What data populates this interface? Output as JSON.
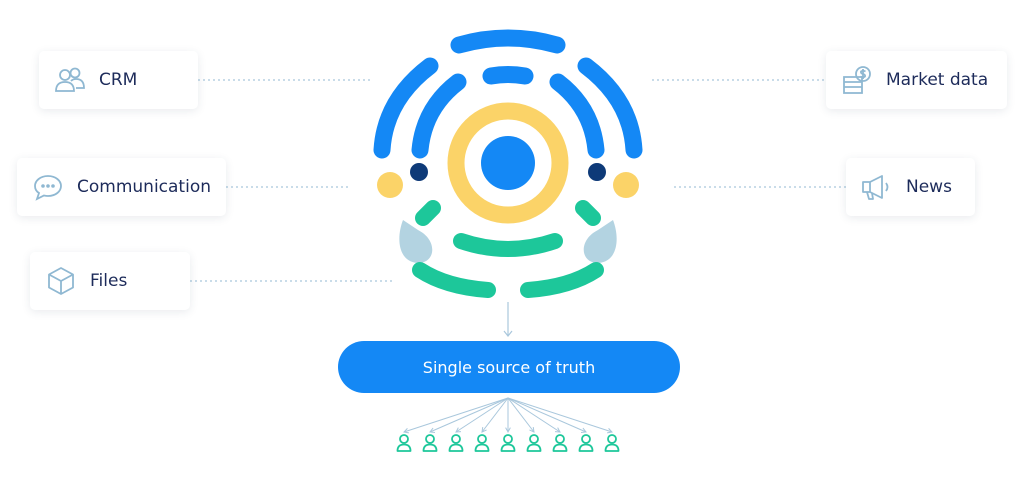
{
  "sources": {
    "crm": {
      "label": "CRM",
      "icon": "users-icon"
    },
    "communication": {
      "label": "Communication",
      "icon": "chat-bubble-icon"
    },
    "files": {
      "label": "Files",
      "icon": "cube-icon"
    },
    "market_data": {
      "label": "Market data",
      "icon": "money-stack-icon"
    },
    "news": {
      "label": "News",
      "icon": "megaphone-icon"
    }
  },
  "hub": {
    "label": "Single source of truth"
  },
  "users": {
    "count": 9,
    "icon": "user-icon"
  },
  "colors": {
    "blue": "#1488f5",
    "yellow": "#fbd368",
    "green": "#1dc79a",
    "navy": "#0e3a78",
    "drop": "#b3d3e1",
    "icon_stroke": "#8fb8d2",
    "text": "#1d2b5a"
  }
}
